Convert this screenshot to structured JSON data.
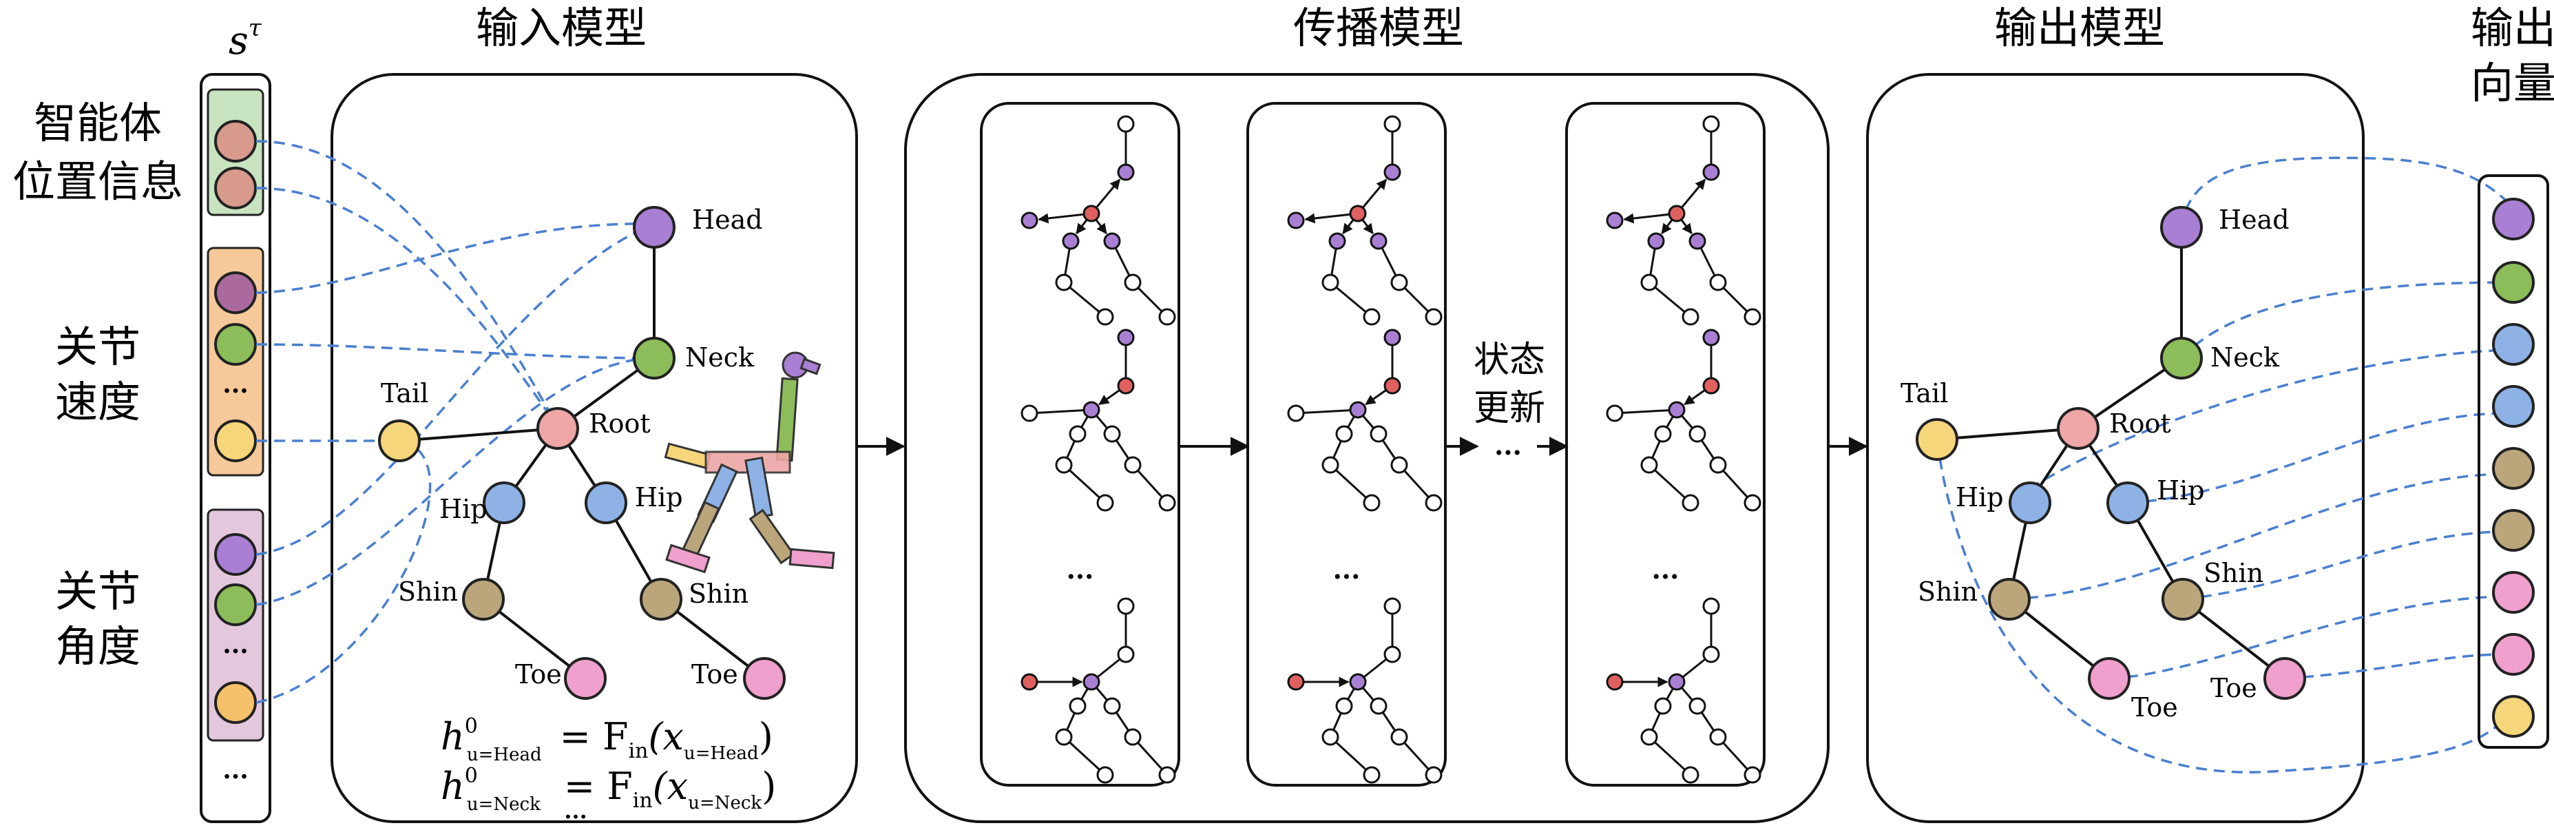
{
  "headers": {
    "state": "s",
    "state_sup": "τ",
    "input_model": "输入模型",
    "propagation_model": "传播模型",
    "output_model": "输出模型",
    "output_vector_line1": "输出",
    "output_vector_line2": "向量"
  },
  "left_labels": {
    "agent_pos_line1": "智能体",
    "agent_pos_line2": "位置信息",
    "joint_vel_line1": "关节",
    "joint_vel_line2": "速度",
    "joint_angle_line1": "关节",
    "joint_angle_line2": "角度"
  },
  "ellipsis": "...",
  "state_update_line1": "状态",
  "state_update_line2": "更新",
  "node_labels": {
    "head": "Head",
    "neck": "Neck",
    "tail": "Tail",
    "root": "Root",
    "hip": "Hip",
    "shin": "Shin",
    "toe": "Toe"
  },
  "equations": {
    "line1": {
      "h": "h",
      "sup": "0",
      "sub": "u=Head",
      "eq": "= F",
      "fsub": "in",
      "arg": "(x",
      "argsub": "u=Head",
      "close": ")"
    },
    "line2": {
      "h": "h",
      "sup": "0",
      "sub": "u=Neck",
      "eq": "= F",
      "fsub": "in",
      "arg": "(x",
      "argsub": "u=Neck",
      "close": ")"
    },
    "more": "..."
  },
  "colors": {
    "position": "#d89a8c",
    "position_group_bg": "#c8e3c0",
    "velocity_group_bg": "#f6c99a",
    "angle_group_bg": "#e3c7dc",
    "head": "#a97fd4",
    "neck": "#8dbd5a",
    "tail": "#f5d67a",
    "root": "#eea6a6",
    "hip": "#8eb2e6",
    "shin": "#bba67c",
    "toe": "#f0a0cc",
    "velocity_dots": "#ab6a9d",
    "graph_red": "#e06060",
    "graph_purple": "#a97fd4",
    "dash": "#4a7fd0"
  }
}
